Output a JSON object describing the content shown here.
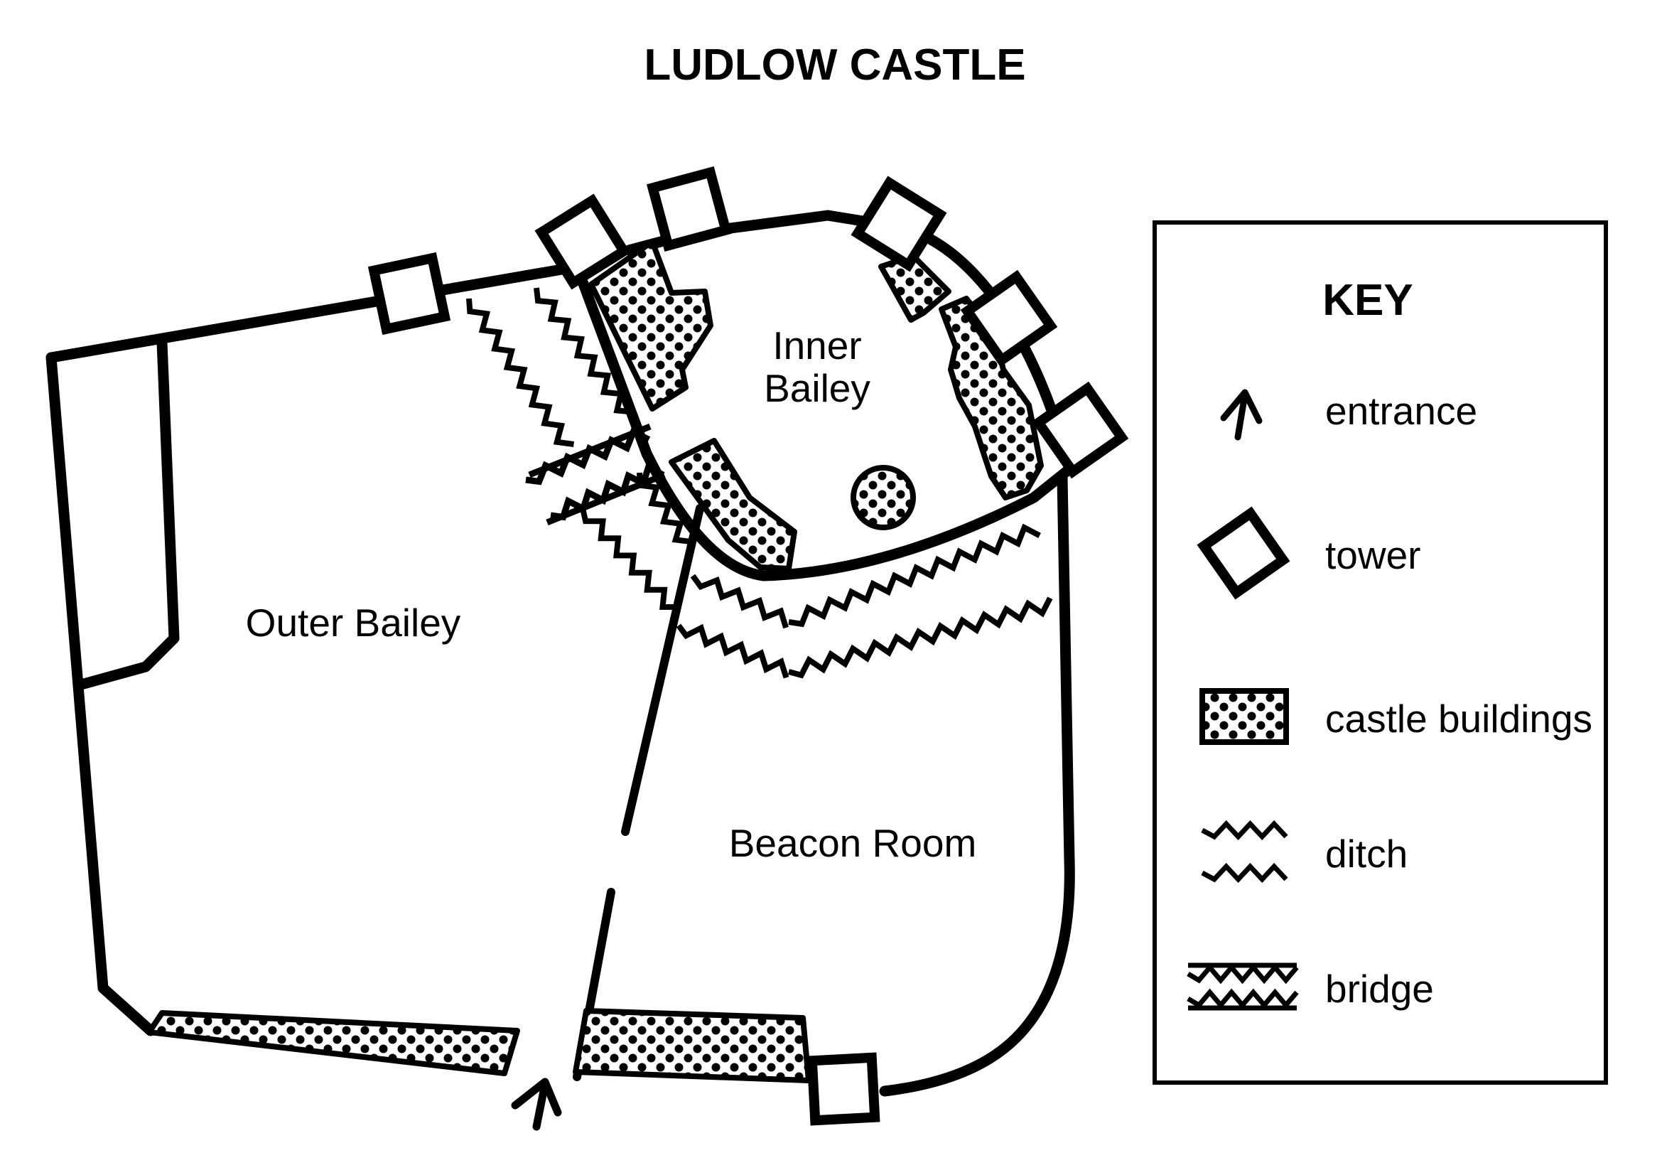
{
  "map": {
    "title": "LUDLOW CASTLE",
    "areas": {
      "inner_bailey_line1": "Inner",
      "inner_bailey_line2": "Bailey",
      "outer_bailey": "Outer Bailey",
      "beacon_room": "Beacon Room"
    }
  },
  "key": {
    "title": "KEY",
    "items": [
      {
        "symbol": "arrow-icon",
        "label": "entrance"
      },
      {
        "symbol": "tower-icon",
        "label": "tower"
      },
      {
        "symbol": "dotted-building-icon",
        "label": "castle buildings"
      },
      {
        "symbol": "zigzag-ditch-icon",
        "label": "ditch"
      },
      {
        "symbol": "bridge-icon",
        "label": "bridge"
      }
    ]
  },
  "colors": {
    "ink": "#000000",
    "paper": "#ffffff"
  }
}
